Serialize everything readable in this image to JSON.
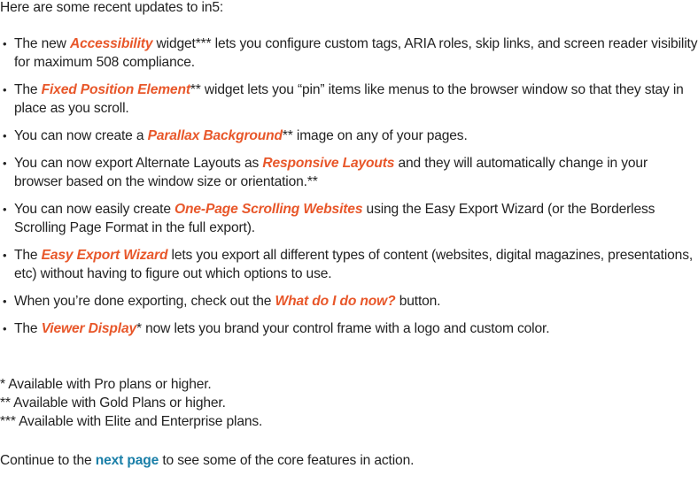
{
  "intro": "Here are some recent updates to in5:",
  "updates": [
    {
      "before": "The new ",
      "highlight": "Accessibility",
      "after": " widget*** lets you configure custom tags, ARIA roles, skip links, and screen reader visibility for maximum 508 compliance."
    },
    {
      "before": "The ",
      "highlight": "Fixed Position Element",
      "after": "** widget lets you “pin” items like menus to the browser window so that they stay in place as you scroll."
    },
    {
      "before": "You can now create a ",
      "highlight": "Parallax Background",
      "after": "** image on any of your pages."
    },
    {
      "before": "You can now export Alternate Layouts as ",
      "highlight": "Responsive Layouts",
      "after": " and they will automatically change in your browser based on the window size or orientation.**"
    },
    {
      "before": "You can now easily create ",
      "highlight": "One-Page Scrolling Websites",
      "after": " using the Easy Export Wizard (or the Borderless Scrolling Page Format in the full export)."
    },
    {
      "before": "The ",
      "highlight": "Easy Export Wizard",
      "after": " lets you export all different types of content (websites, digital magazines, presentations, etc) without having to figure out which options to use."
    },
    {
      "before": "When you’re done exporting, check out the ",
      "highlight": "What do I do now?",
      "after": " button."
    },
    {
      "before": "The ",
      "highlight": "Viewer Display",
      "after": "* now lets you brand your control frame with a logo and custom color."
    }
  ],
  "footnotes": [
    "* Available with Pro plans or higher.",
    "** Available with Gold Plans or higher.",
    "*** Available with Elite and Enterprise plans."
  ],
  "continue": {
    "before": "Continue to the ",
    "link": "next page",
    "after": " to see some of the core features in action."
  },
  "colors": {
    "highlight": "#e8572a",
    "link": "#1a7fa8",
    "text": "#222222"
  }
}
